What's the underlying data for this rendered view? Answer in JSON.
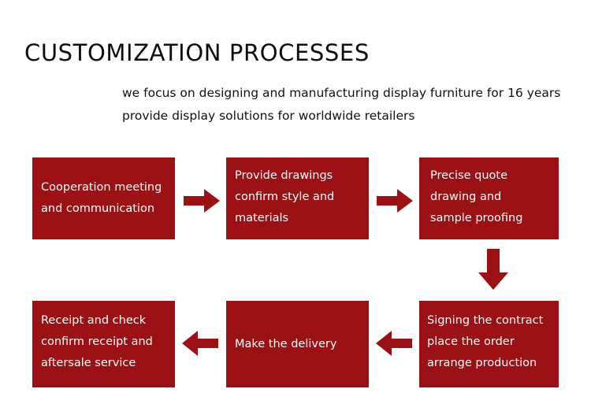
{
  "page": {
    "title": "CUSTOMIZATION PROCESSES",
    "background_color": "#ffffff",
    "accent_color": "#9C1114",
    "text_color": "#111111",
    "box_text_color": "#ffffff"
  },
  "subtitle": {
    "lines": [
      "we focus on designing and manufacturing display furniture for 16 years",
      "provide display solutions for worldwide retailers"
    ]
  },
  "flow": {
    "steps": [
      {
        "id": "step-1",
        "order": 1,
        "lines": [
          "Cooperation meeting",
          "and communication"
        ],
        "row": 1
      },
      {
        "id": "step-2",
        "order": 2,
        "lines": [
          "Provide drawings",
          "confirm style and",
          "materials"
        ],
        "row": 1
      },
      {
        "id": "step-3",
        "order": 3,
        "lines": [
          "Precise quote",
          "drawing and",
          "sample proofing"
        ],
        "row": 1
      },
      {
        "id": "step-4",
        "order": 4,
        "lines": [
          "Signing the contract",
          "place the order",
          "arrange production"
        ],
        "row": 2
      },
      {
        "id": "step-5",
        "order": 5,
        "lines": [
          "Make the delivery"
        ],
        "row": 2
      },
      {
        "id": "step-6",
        "order": 6,
        "lines": [
          "Receipt and check",
          "confirm receipt and",
          "aftersale service"
        ],
        "row": 2
      }
    ],
    "connectors": [
      {
        "id": "connector-1",
        "icon": "arrow-right-icon",
        "from": "step-1",
        "to": "step-2"
      },
      {
        "id": "connector-2",
        "icon": "arrow-right-icon",
        "from": "step-2",
        "to": "step-3"
      },
      {
        "id": "connector-3",
        "icon": "arrow-down-icon",
        "from": "step-3",
        "to": "step-4"
      },
      {
        "id": "connector-4",
        "icon": "arrow-left-icon",
        "from": "step-4",
        "to": "step-5"
      },
      {
        "id": "connector-5",
        "icon": "arrow-left-icon",
        "from": "step-5",
        "to": "step-6"
      }
    ]
  }
}
